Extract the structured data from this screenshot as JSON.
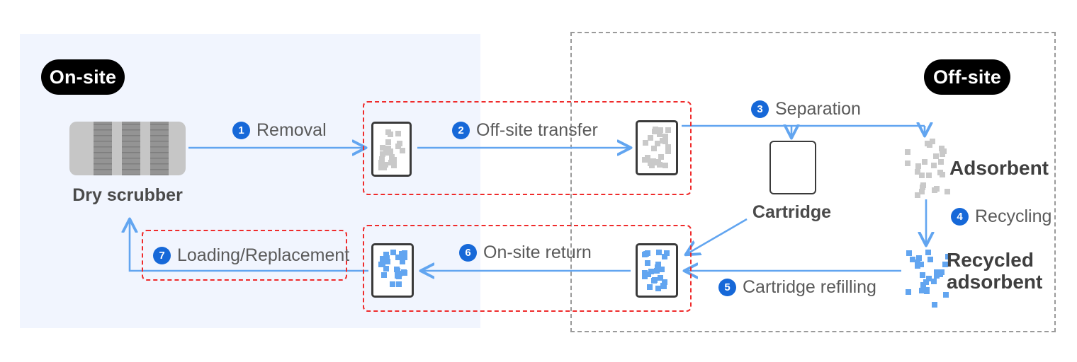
{
  "zones": {
    "onsite": {
      "label": "On-site"
    },
    "offsite": {
      "label": "Off-site"
    }
  },
  "equipment": {
    "dry_scrubber": "Dry scrubber",
    "cartridge": "Cartridge",
    "adsorbent": "Adsorbent",
    "recycled_adsorbent_line1": "Recycled",
    "recycled_adsorbent_line2": "adsorbent"
  },
  "steps": [
    {
      "num": "1",
      "label": "Removal"
    },
    {
      "num": "2",
      "label": "Off-site transfer"
    },
    {
      "num": "3",
      "label": "Separation"
    },
    {
      "num": "4",
      "label": "Recycling"
    },
    {
      "num": "5",
      "label": "Cartridge refilling"
    },
    {
      "num": "6",
      "label": "On-site return"
    },
    {
      "num": "7",
      "label": "Loading/Replacement"
    }
  ],
  "colors": {
    "onsite_bg": "#f1f5fe",
    "badge_blue": "#1668d8",
    "arrow_blue": "#62a5f0",
    "group_red": "#ef2b2b",
    "boundary_grey": "#9a9a9a",
    "spent_dot": "#c9c9c9",
    "recycled_dot": "#62a5f0",
    "pill_bg": "#000000",
    "text_grey": "#5a5a5a"
  },
  "flow": {
    "type": "cycle-diagram",
    "description": "Closed-loop dry scrubber adsorbent recycling flow between on-site and off-site zones",
    "edges": [
      {
        "step": "1",
        "from": "Dry scrubber",
        "to": "Spent cartridge (on-site)",
        "label": "Removal"
      },
      {
        "step": "2",
        "from": "Spent cartridge (on-site)",
        "to": "Spent cartridge (off-site)",
        "label": "Off-site transfer"
      },
      {
        "step": "3",
        "from": "Spent cartridge (off-site)",
        "to": "Cartridge + Adsorbent",
        "label": "Separation"
      },
      {
        "step": "4",
        "from": "Adsorbent",
        "to": "Recycled adsorbent",
        "label": "Recycling"
      },
      {
        "step": "5",
        "from": "Recycled adsorbent",
        "to": "Refilled cartridge (off-site)",
        "label": "Cartridge refilling"
      },
      {
        "step": "6",
        "from": "Refilled cartridge (off-site)",
        "to": "Refilled cartridge (on-site)",
        "label": "On-site return"
      },
      {
        "step": "7",
        "from": "Refilled cartridge (on-site)",
        "to": "Dry scrubber",
        "label": "Loading/Replacement"
      }
    ]
  }
}
